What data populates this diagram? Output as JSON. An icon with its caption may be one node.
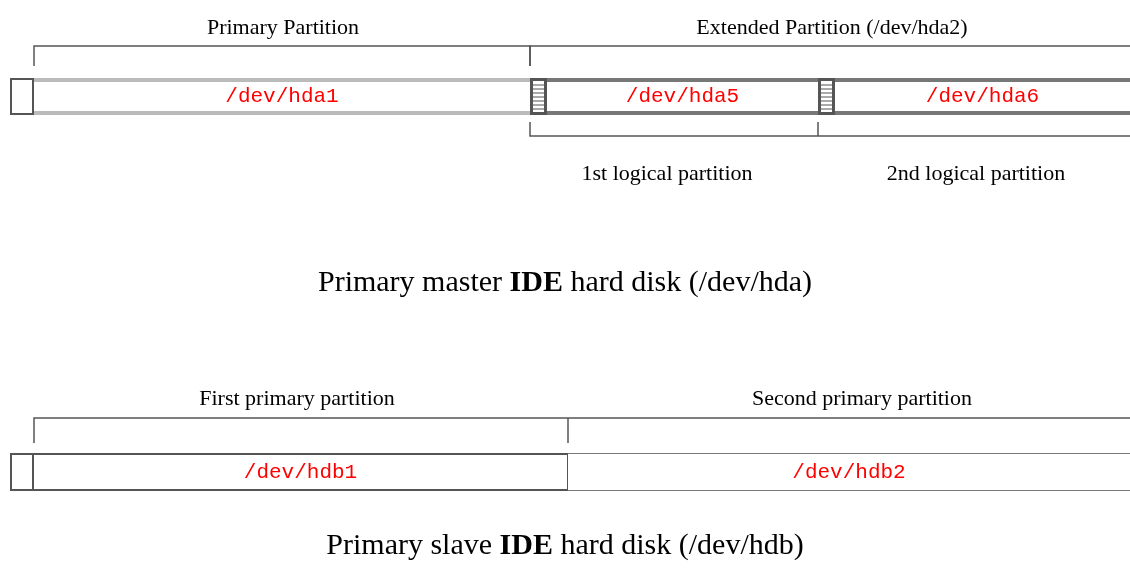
{
  "diagram": {
    "nodes": [
      {
        "text": [],
        "shape": "box"
      },
      {
        "text": [
          "/dev/hda1"
        ]
      },
      {
        "text": [],
        "shape": "box"
      },
      {
        "text": [
          "/dev/hda5"
        ]
      },
      {
        "text": [],
        "shape": "box"
      },
      {
        "text": [
          "/dev/hda6"
        ]
      },
      {
        "text": [],
        "shape": "box"
      },
      {
        "text": [
          "/dev/hdb1"
        ]
      },
      {
        "text": [
          "/dev/hdb2"
        ]
      }
    ],
    "labels": [
      "Primary Partition",
      "Extended Partition (/dev/hda2)",
      "1st logical partition",
      "2nd logical partition",
      "Primary master **IDE** hard disk (/dev/hda)",
      "First primary partition",
      "Second primary partition",
      "Primary slave **IDE** hard disk (/dev/hdb)"
    ]
  }
}
